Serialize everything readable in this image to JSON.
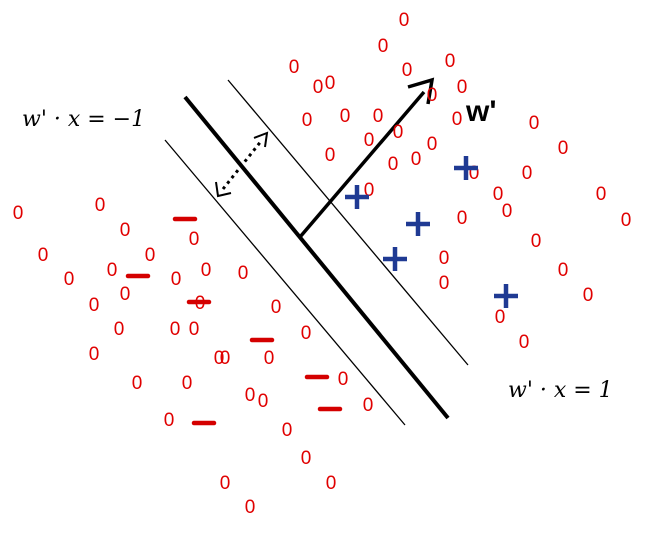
{
  "labels": {
    "margin_neg": "w' · x = −1",
    "margin_pos": "w' · x = 1",
    "normal_vector": "w'"
  },
  "symbols": {
    "unlabeled": "0",
    "colors": {
      "unlabeled": "#e00000",
      "negative": "#d40000",
      "positive": "#1f3a93",
      "lines": "#000000"
    }
  }
}
